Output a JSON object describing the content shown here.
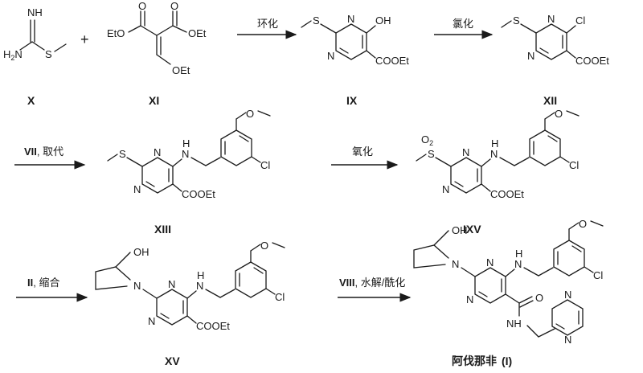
{
  "scheme": {
    "reagents": {
      "nh": "NH",
      "h2n": "H",
      "h2n_sub": "2",
      "h2n_n": "N",
      "s": "S",
      "eto": "EtO",
      "oet": "OEt",
      "plus": "+"
    },
    "atoms": {
      "s": "S",
      "n": "N",
      "oh": "OH",
      "cl": "Cl",
      "cooet": "COOEt",
      "o_methoxy": "O",
      "h": "H",
      "o2": "O",
      "o2_sub": "2",
      "oh_side": "OH",
      "o_amide": "O",
      "n_h": "N",
      "h_amide": "H"
    },
    "labels": {
      "X": "X",
      "XI": "XI",
      "IX": "IX",
      "XII": "XII",
      "XIII": "XIII",
      "IXV": "IXV",
      "XV": "XV",
      "final_name": "阿伐那非",
      "final_id": "(I)"
    },
    "conditions": {
      "cyclization": "环化",
      "chlorination": "氯化",
      "step3_reagent": "VII",
      "step3_text": ", 取代",
      "oxidation": "氧化",
      "step5_reagent": "II",
      "step5_text": ", 缩合",
      "step6_reagent": "VIII",
      "step6_text": ", 水解/酰化"
    }
  }
}
